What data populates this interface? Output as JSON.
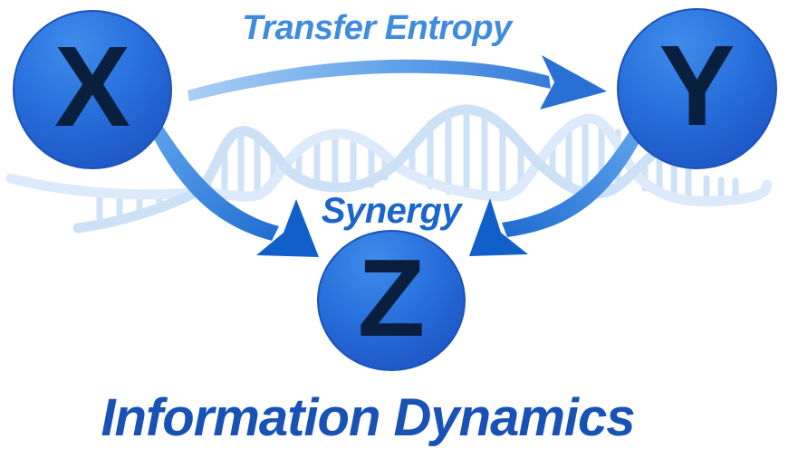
{
  "diagram": {
    "nodes": [
      {
        "id": "X",
        "label": "X"
      },
      {
        "id": "Y",
        "label": "Y"
      },
      {
        "id": "Z",
        "label": "Z"
      }
    ],
    "edges": [
      {
        "from": "X",
        "to": "Y",
        "label": "Transfer Entropy"
      },
      {
        "from": "X",
        "to": "Z",
        "label": "Synergy"
      },
      {
        "from": "Y",
        "to": "Z",
        "label": "Synergy"
      }
    ],
    "labels": {
      "transfer_entropy": "Transfer Entropy",
      "synergy": "Synergy",
      "caption": "Information Dynamics"
    },
    "decoration": "dna-double-helix",
    "colors": {
      "node_fill_top": "#3f8ceb",
      "node_fill_bottom": "#1a4cb4",
      "node_letter": "#0a1f3e",
      "arrow_gradient_start": "#aacff3",
      "arrow_gradient_end": "#2a6fd4",
      "converging_arrow_start": "#5aa0ea",
      "converging_arrow_end": "#1160ca",
      "transfer_label": "#3e8be0",
      "synergy_label": "#1b66cc",
      "caption": "#1852b5",
      "helix_strand": "#dceafb",
      "helix_rung": "#cfe3f8",
      "background": "#ffffff"
    }
  }
}
